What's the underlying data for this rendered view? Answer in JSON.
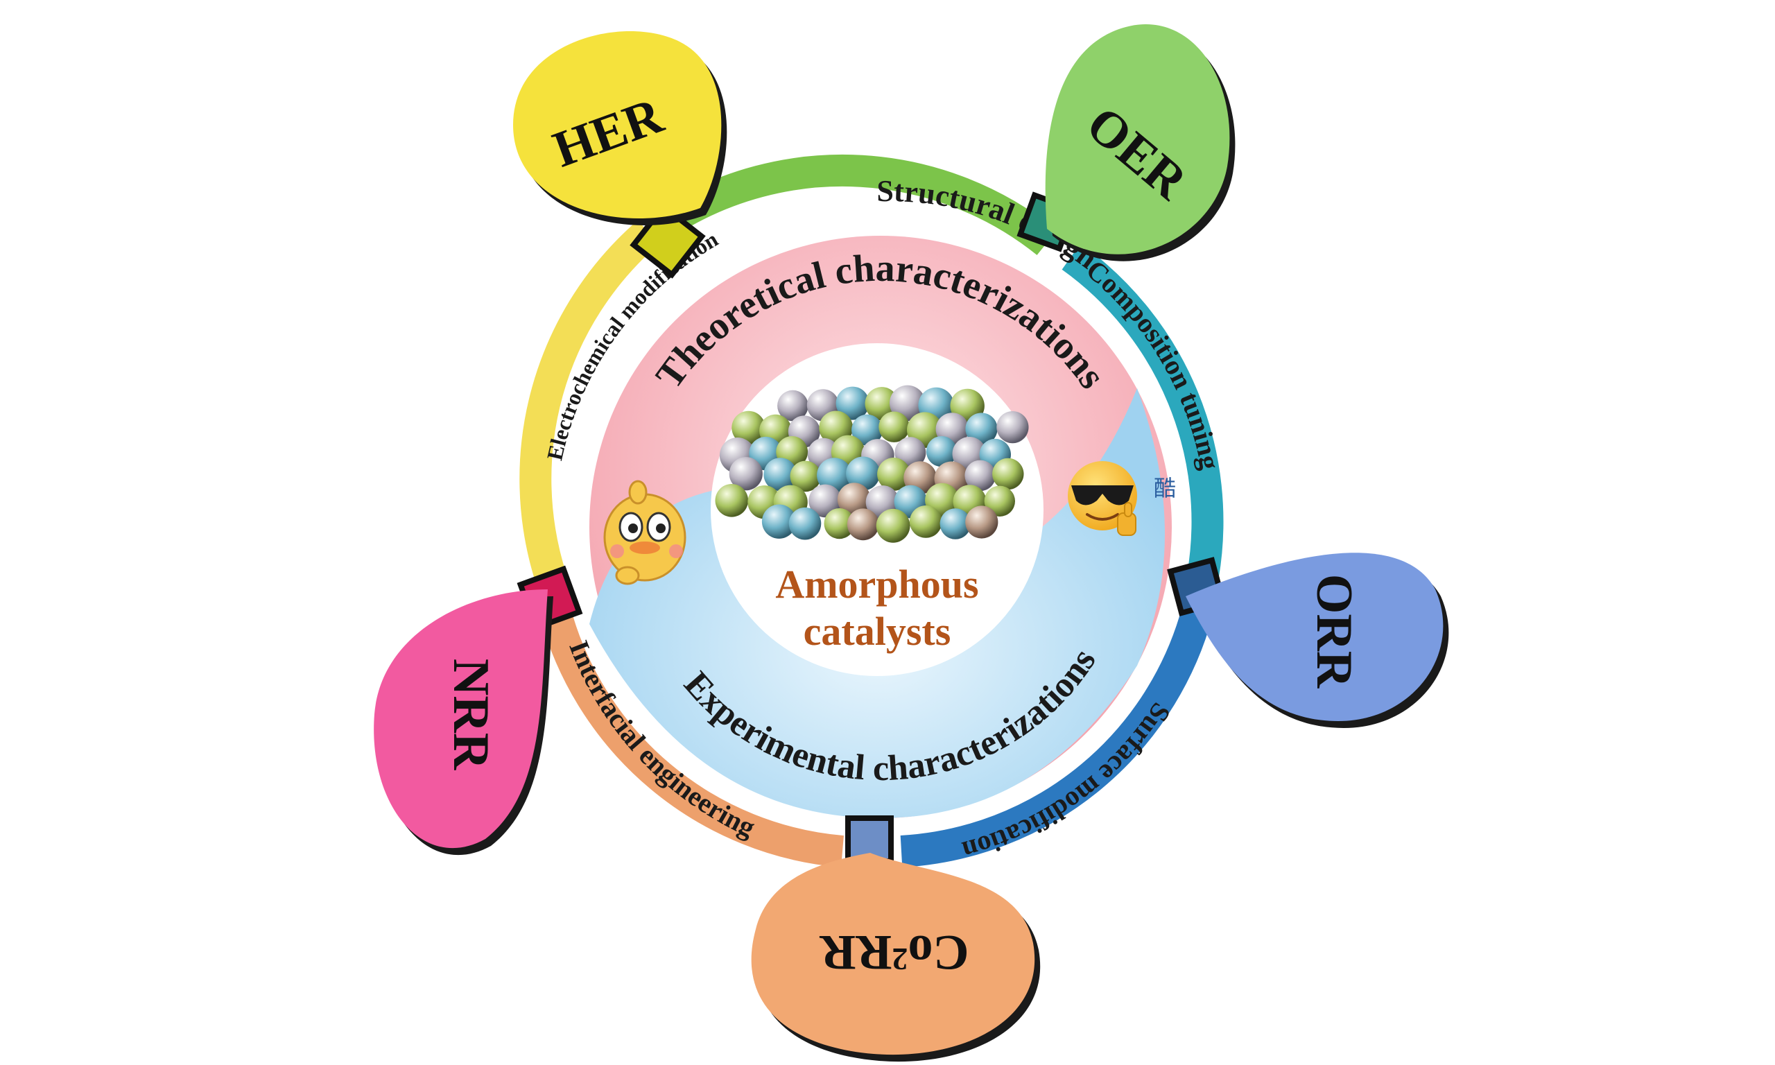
{
  "center": {
    "label_line1": "Amorphous",
    "label_line2": "catalysts"
  },
  "inner_labels": {
    "theoretical": "Theoretical characterizations",
    "experimental": "Experimental characterizations"
  },
  "ring_segments": {
    "structural": "Structural design",
    "composition": "Composition tuning",
    "surface": "Surface modification",
    "interfacial": "Interfacial engineering",
    "electrochemical": "Electrochemical modification"
  },
  "reactions": {
    "her": "HER",
    "oer": "OER",
    "orr": "ORR",
    "nrr": "NRR",
    "co2rr_prefix": "Co",
    "co2rr_sub": "2",
    "co2rr_suffix": "RR"
  },
  "sticker": {
    "cool_char": "酷"
  },
  "colors": {
    "her": "#f5e23c",
    "oer": "#8fd16a",
    "orr": "#7a9be0",
    "nrr": "#f25aa0",
    "co2rr": "#f2a872",
    "ring_yellow": "#f3de56",
    "ring_green": "#7cc44a",
    "ring_teal": "#2ba8bd",
    "ring_blue": "#2c79c0",
    "ring_orange": "#eda06c",
    "pink": "#f2a7b0",
    "light_blue": "#b4dcf3",
    "center_text": "#b3541a"
  }
}
